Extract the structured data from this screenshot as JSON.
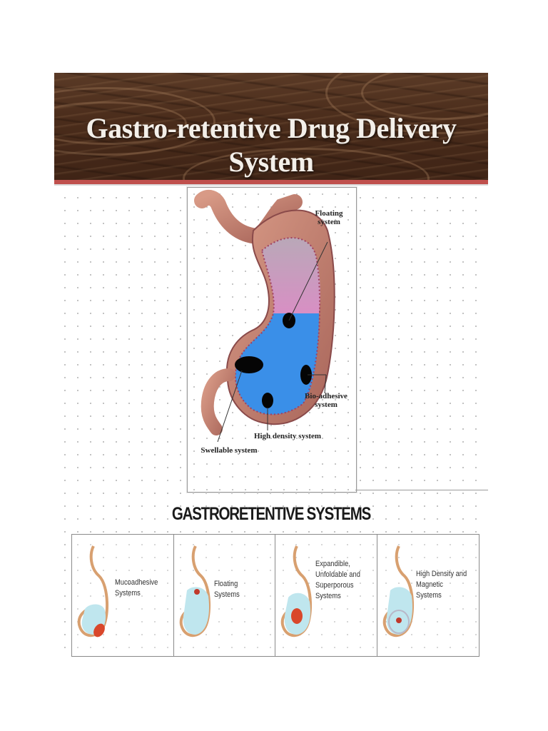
{
  "slide": {
    "title": "Gastro-retentive Drug Delivery System"
  },
  "diagram": {
    "labels": {
      "floating": "Floating system",
      "bioadhesive": "Bio-adhesive system",
      "high_density": "High density system",
      "swellable": "Swellable system"
    },
    "colors": {
      "gastric_fluid": "#3a8fe8",
      "stomach_wall": "#c7897a",
      "air_pocket": "#d6a0bf"
    }
  },
  "systems": {
    "title": "GASTRORETENTIVE SYSTEMS",
    "panels": [
      {
        "label": "Mucoadhesive Systems",
        "marker_color": "#d9472b"
      },
      {
        "label": "Floating Systems",
        "marker_color": "#c0392b"
      },
      {
        "label": "Expandible, Unfoldable and Superporous Systems",
        "marker_color": "#d9472b"
      },
      {
        "label": "High Density and Magnetic Systems",
        "marker_color": "#c0392b"
      }
    ]
  }
}
